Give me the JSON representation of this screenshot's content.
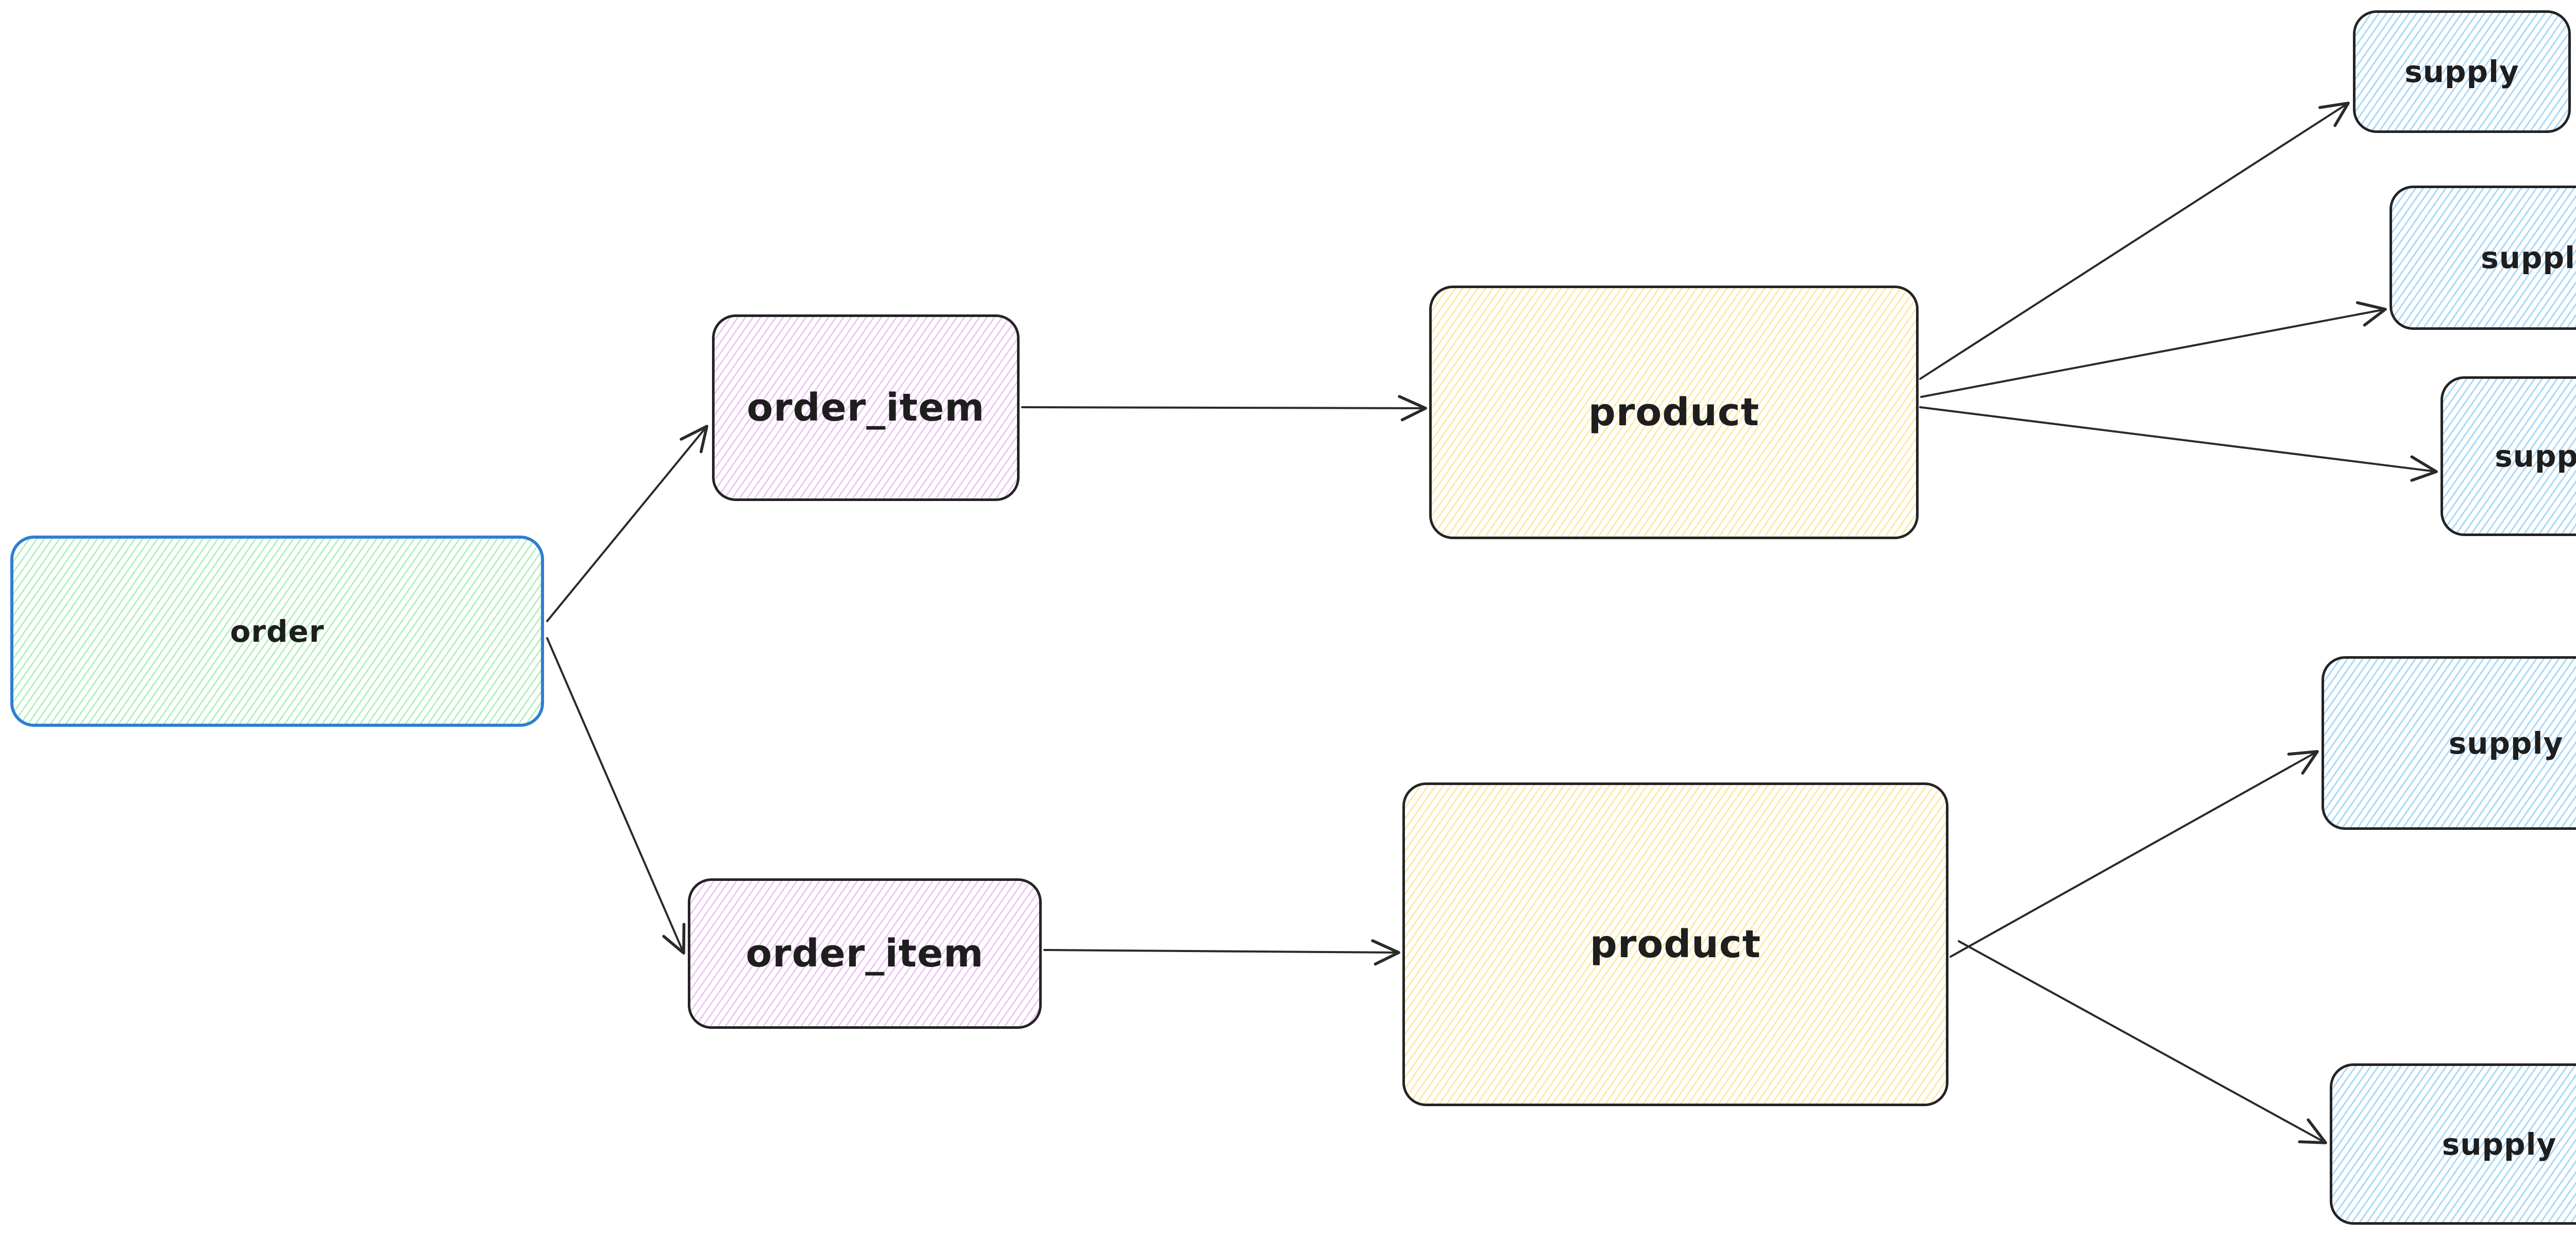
{
  "diagram": {
    "type": "flow-diagram",
    "background_color": "#ffffff",
    "arrow_color": "#2a2a2a",
    "nodes": [
      {
        "id": "order",
        "label": "order",
        "border_color": "#2e7fd1",
        "hachure_color": "#b5f0c2"
      },
      {
        "id": "order_item_top",
        "label": "order_item",
        "border_color": "#242424",
        "hachure_color": "#efc6f6"
      },
      {
        "id": "order_item_bottom",
        "label": "order_item",
        "border_color": "#242424",
        "hachure_color": "#efc6f6"
      },
      {
        "id": "product_top",
        "label": "product",
        "border_color": "#242424",
        "hachure_color": "#ffe9a6"
      },
      {
        "id": "product_bottom",
        "label": "product",
        "border_color": "#242424",
        "hachure_color": "#ffe9a6"
      },
      {
        "id": "supply_1",
        "label": "supply",
        "border_color": "#242424",
        "hachure_color": "#abd9f8"
      },
      {
        "id": "supply_2",
        "label": "supply",
        "border_color": "#242424",
        "hachure_color": "#abd9f8"
      },
      {
        "id": "supply_3",
        "label": "supply",
        "border_color": "#242424",
        "hachure_color": "#abd9f8"
      },
      {
        "id": "supply_4",
        "label": "supply",
        "border_color": "#242424",
        "hachure_color": "#abd9f8"
      },
      {
        "id": "supply_5",
        "label": "supply",
        "border_color": "#242424",
        "hachure_color": "#abd9f8"
      }
    ],
    "edges": [
      {
        "from": "order",
        "to": "order_item_top"
      },
      {
        "from": "order",
        "to": "order_item_bottom"
      },
      {
        "from": "order_item_top",
        "to": "product_top"
      },
      {
        "from": "order_item_bottom",
        "to": "product_bottom"
      },
      {
        "from": "product_top",
        "to": "supply_1"
      },
      {
        "from": "product_top",
        "to": "supply_2"
      },
      {
        "from": "product_top",
        "to": "supply_3"
      },
      {
        "from": "product_bottom",
        "to": "supply_4"
      },
      {
        "from": "product_bottom",
        "to": "supply_5"
      }
    ]
  }
}
